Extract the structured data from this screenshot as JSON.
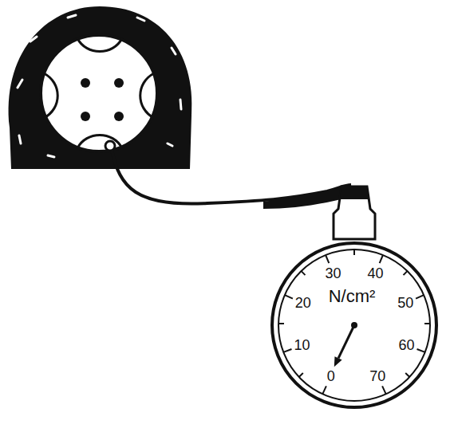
{
  "diagram": {
    "labels": [
      "30",
      "40",
      "20",
      "N/cm²",
      "50",
      "10",
      "60",
      "0",
      "70"
    ]
  }
}
